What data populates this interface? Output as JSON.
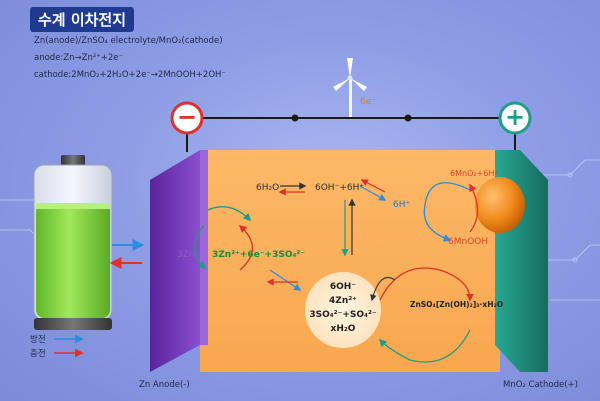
{
  "title": "수계 이차전지",
  "equations": {
    "cell": "Zn(anode)/ZnSO₄ electrolyte/MnO₂(cathode)",
    "anode": "anode:Zn→Zn²⁺+2e⁻",
    "cathode": "cathode:2MnO₂+2H₂O+2e⁻→2MnOOH+2OH⁻"
  },
  "circuit": {
    "electron": "6e⁻",
    "negative": "−",
    "positive": "+"
  },
  "legend": {
    "discharge": "방전",
    "charge": "충전"
  },
  "electrodes": {
    "anode": "Zn Anode(-)",
    "cathode": "MnO₂ Cathode(+)"
  },
  "species": {
    "zn": "3Zn",
    "zn_ions": "3Zn²⁺+6e⁻+3SO₄²⁻",
    "h2o": "6H₂O",
    "oh_h": "6OH⁻+6H⁺",
    "h_plus": "6H⁺",
    "mno2": "6MnO₂+6H⁺",
    "mnooh": "6MnOOH",
    "center": [
      "6OH⁻",
      "4Zn²⁺",
      "3SO₄²⁻+SO₄²⁻",
      "xH₂O"
    ],
    "precipitate": "ZnSO₄[Zn(OH)₂]₃·xH₂O"
  },
  "colors": {
    "electrolyte": "#fbb45f",
    "anode": "#6b2fb5",
    "cathode": "#1f8f7f",
    "wire": "#1a1a1a",
    "discharge": "#2a8de0",
    "charge": "#e0302a",
    "battery_fill": "#7fd13b"
  }
}
